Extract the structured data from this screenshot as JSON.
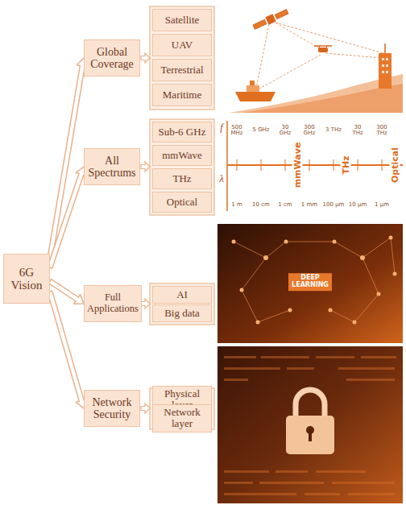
{
  "diagram": {
    "nodes": [
      {
        "text": [
          "6G Vision"
        ]
      },
      {
        "text": [
          "Global Coverage"
        ]
      },
      {
        "text": [
          "Satellite"
        ]
      },
      {
        "text": [
          "UAV"
        ]
      },
      {
        "text": [
          "Terrestrial"
        ]
      },
      {
        "text": [
          "Maritime"
        ]
      },
      {
        "text": [
          "All Spectrums"
        ]
      },
      {
        "text": [
          "Sub-6 GHz"
        ]
      },
      {
        "text": [
          "mmWave"
        ]
      },
      {
        "text": [
          "THz"
        ]
      },
      {
        "text": [
          "Optical"
        ]
      },
      {
        "text": [
          "Full Applications"
        ]
      },
      {
        "text": [
          "AI"
        ]
      },
      {
        "text": [
          "Big data"
        ]
      },
      {
        "text": [
          "Network Security"
        ]
      },
      {
        "text": [
          "Physical layer"
        ]
      },
      {
        "text": [
          "Network layer"
        ]
      }
    ],
    "edges": [
      {
        "from": 0,
        "to": 1,
        "arrow": "to"
      },
      {
        "from": 0,
        "to": 6,
        "arrow": "to"
      },
      {
        "from": 0,
        "to": 11,
        "arrow": "to"
      },
      {
        "from": 0,
        "to": 14,
        "arrow": "to"
      }
    ],
    "labels": [
      "f",
      "500 MHz",
      "5 GHz",
      "30 GHz",
      "300 GHz",
      "3 THz",
      "30 THz",
      "300 THz",
      "mmWave",
      "THz",
      "Optical",
      "λ",
      "1 m",
      "10 cm",
      "1 cm",
      "1 mm",
      "100 μm",
      "10 μm",
      "1 μm",
      "DEEP LEARNING"
    ]
  }
}
